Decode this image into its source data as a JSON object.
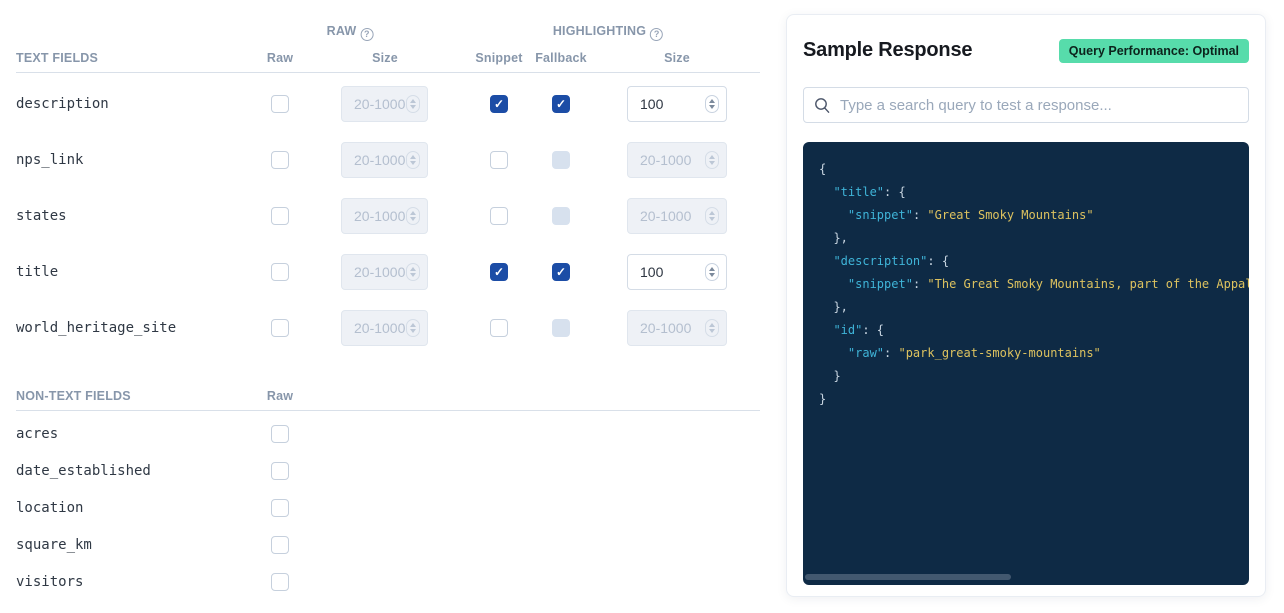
{
  "colors": {
    "accent_blue": "#1c4da6",
    "badge_bg": "#57dcab",
    "code_bg": "#0e2a45",
    "code_key": "#3fb4d8",
    "code_string": "#ddc25f",
    "code_punct": "#c9d6e2"
  },
  "fields_panel": {
    "group_headers": {
      "raw": "RAW",
      "highlighting": "HIGHLIGHTING"
    },
    "help_icon": "?",
    "text_section": {
      "title": "TEXT FIELDS",
      "columns": {
        "raw": "Raw",
        "raw_size": "Size",
        "snippet": "Snippet",
        "fallback": "Fallback",
        "highlight_size": "Size"
      },
      "rows": [
        {
          "name": "description",
          "raw_checked": false,
          "raw_size": {
            "placeholder": "20-1000",
            "disabled": true
          },
          "snippet_checked": true,
          "fallback_checked": true,
          "fallback_disabled": false,
          "highlight_size": {
            "value": "100",
            "disabled": false
          }
        },
        {
          "name": "nps_link",
          "raw_checked": false,
          "raw_size": {
            "placeholder": "20-1000",
            "disabled": true
          },
          "snippet_checked": false,
          "fallback_checked": false,
          "fallback_disabled": true,
          "highlight_size": {
            "placeholder": "20-1000",
            "disabled": true
          }
        },
        {
          "name": "states",
          "raw_checked": false,
          "raw_size": {
            "placeholder": "20-1000",
            "disabled": true
          },
          "snippet_checked": false,
          "fallback_checked": false,
          "fallback_disabled": true,
          "highlight_size": {
            "placeholder": "20-1000",
            "disabled": true
          }
        },
        {
          "name": "title",
          "raw_checked": false,
          "raw_size": {
            "placeholder": "20-1000",
            "disabled": true
          },
          "snippet_checked": true,
          "fallback_checked": true,
          "fallback_disabled": false,
          "highlight_size": {
            "value": "100",
            "disabled": false
          }
        },
        {
          "name": "world_heritage_site",
          "raw_checked": false,
          "raw_size": {
            "placeholder": "20-1000",
            "disabled": true
          },
          "snippet_checked": false,
          "fallback_checked": false,
          "fallback_disabled": true,
          "highlight_size": {
            "placeholder": "20-1000",
            "disabled": true
          }
        }
      ]
    },
    "non_text_section": {
      "title": "NON-TEXT FIELDS",
      "columns": {
        "raw": "Raw"
      },
      "rows": [
        {
          "name": "acres",
          "raw_checked": false
        },
        {
          "name": "date_established",
          "raw_checked": false
        },
        {
          "name": "location",
          "raw_checked": false
        },
        {
          "name": "square_km",
          "raw_checked": false
        },
        {
          "name": "visitors",
          "raw_checked": false
        }
      ]
    }
  },
  "sample_response": {
    "title": "Sample Response",
    "badge_label": "Query Performance: Optimal",
    "search_placeholder": "Type a search query to test a response...",
    "code_lines": [
      [
        {
          "t": "p",
          "v": "{"
        }
      ],
      [
        {
          "t": "p",
          "v": "  "
        },
        {
          "t": "k",
          "v": "\"title\""
        },
        {
          "t": "p",
          "v": ": {"
        }
      ],
      [
        {
          "t": "p",
          "v": "    "
        },
        {
          "t": "k",
          "v": "\"snippet\""
        },
        {
          "t": "p",
          "v": ": "
        },
        {
          "t": "s",
          "v": "\"Great Smoky Mountains\""
        }
      ],
      [
        {
          "t": "p",
          "v": "  },"
        }
      ],
      [
        {
          "t": "p",
          "v": "  "
        },
        {
          "t": "k",
          "v": "\"description\""
        },
        {
          "t": "p",
          "v": ": {"
        }
      ],
      [
        {
          "t": "p",
          "v": "    "
        },
        {
          "t": "k",
          "v": "\"snippet\""
        },
        {
          "t": "p",
          "v": ": "
        },
        {
          "t": "s",
          "v": "\"The Great Smoky Mountains, part of the Appalachian"
        }
      ],
      [
        {
          "t": "p",
          "v": "  },"
        }
      ],
      [
        {
          "t": "p",
          "v": "  "
        },
        {
          "t": "k",
          "v": "\"id\""
        },
        {
          "t": "p",
          "v": ": {"
        }
      ],
      [
        {
          "t": "p",
          "v": "    "
        },
        {
          "t": "k",
          "v": "\"raw\""
        },
        {
          "t": "p",
          "v": ": "
        },
        {
          "t": "s",
          "v": "\"park_great-smoky-mountains\""
        }
      ],
      [
        {
          "t": "p",
          "v": "  }"
        }
      ],
      [
        {
          "t": "p",
          "v": "}"
        }
      ]
    ]
  }
}
